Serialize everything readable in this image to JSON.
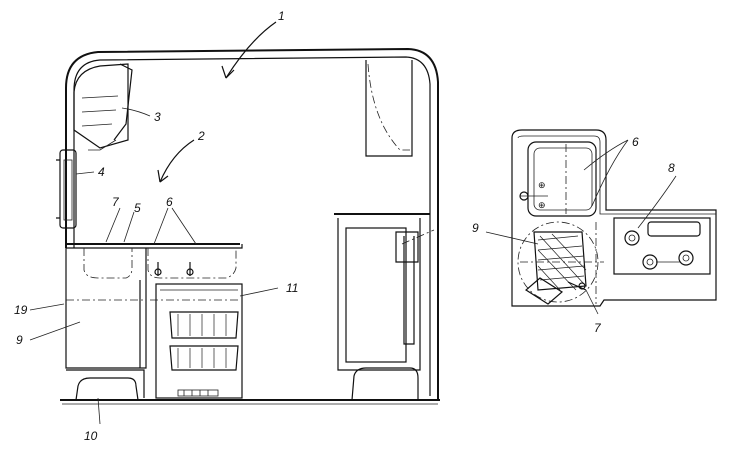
{
  "labels": [
    {
      "key": "1",
      "text": "1"
    },
    {
      "key": "2",
      "text": "2"
    },
    {
      "key": "3",
      "text": "3"
    },
    {
      "key": "4",
      "text": "4"
    },
    {
      "key": "5",
      "text": "5"
    },
    {
      "key": "6_left",
      "text": "6"
    },
    {
      "key": "7_left",
      "text": "7"
    },
    {
      "key": "11",
      "text": "11"
    },
    {
      "key": "19",
      "text": "19"
    },
    {
      "key": "9_left",
      "text": "9"
    },
    {
      "key": "10",
      "text": "10"
    },
    {
      "key": "6_right",
      "text": "6"
    },
    {
      "key": "8",
      "text": "8"
    },
    {
      "key": "9_right",
      "text": "9"
    },
    {
      "key": "7_right",
      "text": "7"
    }
  ]
}
